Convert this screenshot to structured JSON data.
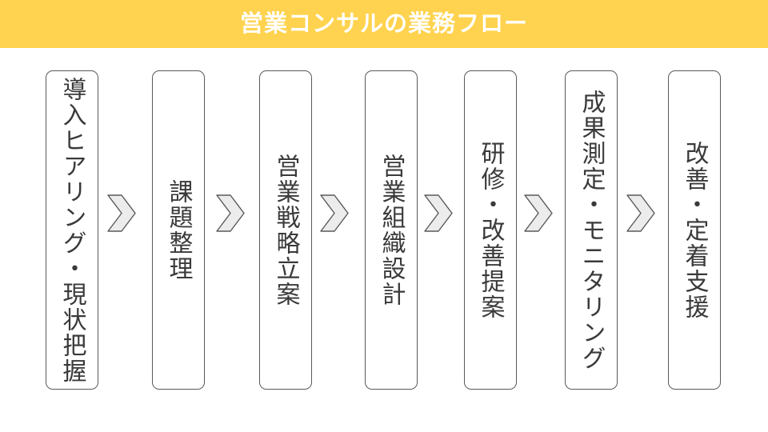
{
  "header": {
    "title": "営業コンサルの業務フロー",
    "background_color": "#ffd34f",
    "text_color": "#ffffff"
  },
  "flow": {
    "orientation": "horizontal",
    "text_direction": "vertical",
    "connector_icon": "chevron-right-icon",
    "box_border_color": "#5a5a5a",
    "box_fill_color": "#ffffff",
    "chevron_fill_color": "#ececec",
    "chevron_stroke_color": "#5a5a5a",
    "steps": [
      {
        "index": 1,
        "label": "導入ヒアリング・現状把握"
      },
      {
        "index": 2,
        "label": "課題整理"
      },
      {
        "index": 3,
        "label": "営業戦略立案"
      },
      {
        "index": 4,
        "label": "営業組織設計"
      },
      {
        "index": 5,
        "label": "研修・改善提案"
      },
      {
        "index": 6,
        "label": "成果測定・モニタリング"
      },
      {
        "index": 7,
        "label": "改善・定着支援"
      }
    ],
    "connectors": [
      {
        "index": 1,
        "from": 1,
        "to": 2
      },
      {
        "index": 2,
        "from": 2,
        "to": 3
      },
      {
        "index": 3,
        "from": 3,
        "to": 4
      },
      {
        "index": 4,
        "from": 4,
        "to": 5
      },
      {
        "index": 5,
        "from": 5,
        "to": 6
      },
      {
        "index": 6,
        "from": 6,
        "to": 7
      }
    ]
  }
}
